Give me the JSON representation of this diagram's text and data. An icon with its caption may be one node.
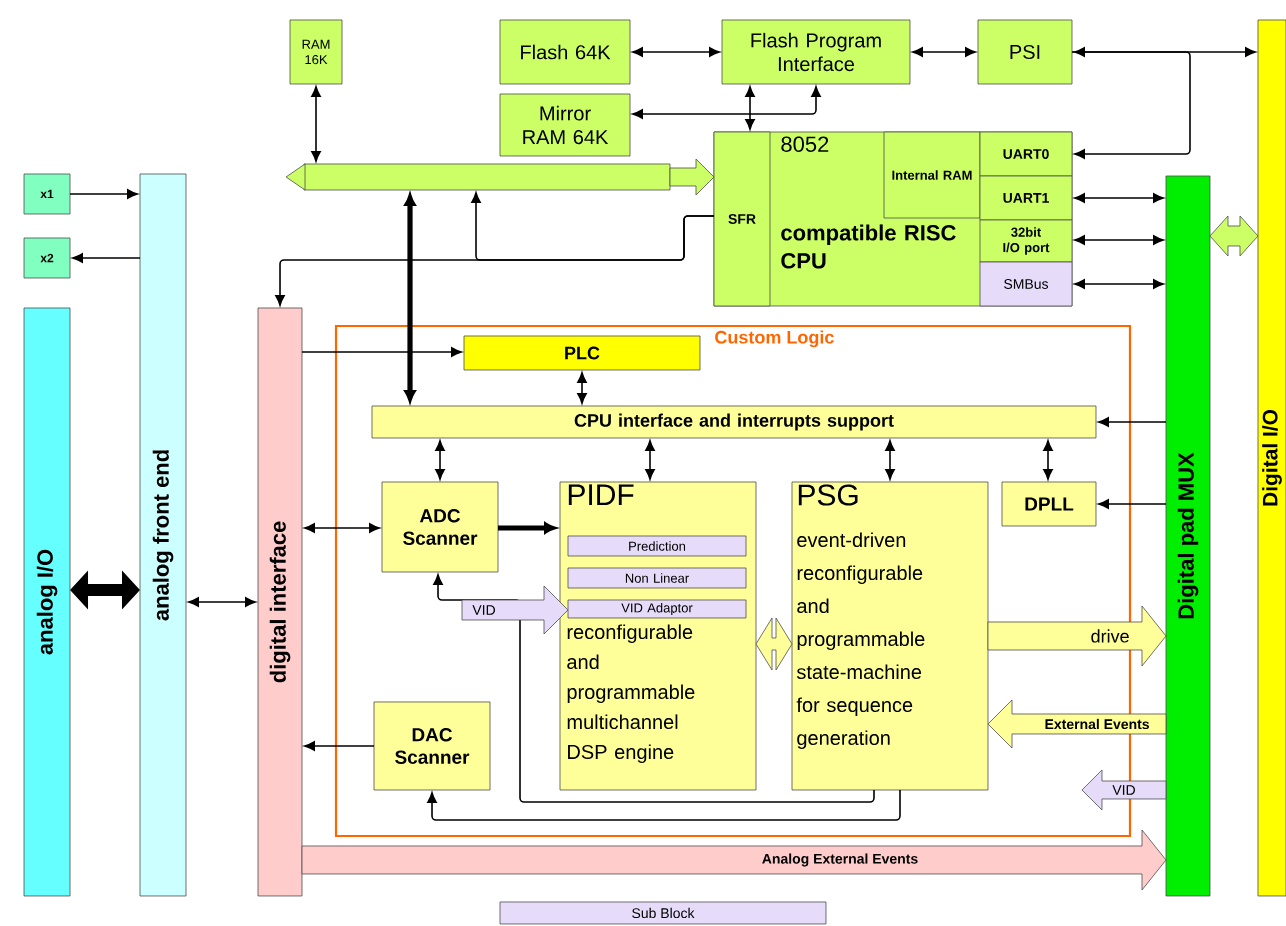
{
  "diagram": {
    "nodes": [
      {
        "text": [
          "RAM 16K"
        ]
      },
      {
        "text": [
          "Flash 64K"
        ]
      },
      {
        "text": [
          "Mirror RAM 64K"
        ]
      },
      {
        "text": [
          "Flash Program Interface"
        ]
      },
      {
        "text": [
          "PSI"
        ]
      },
      {
        "text": [
          "8052",
          "compatible RISC CPU"
        ]
      },
      {
        "text": [
          "SFR"
        ],
        "in": 5
      },
      {
        "text": [
          "Internal RAM"
        ],
        "in": 5
      },
      {
        "text": [
          "UART0"
        ],
        "in": 5
      },
      {
        "text": [
          "UART1"
        ],
        "in": 5
      },
      {
        "text": [
          "32bit I/O port"
        ],
        "in": 5
      },
      {
        "text": [
          "SMBus"
        ],
        "in": 5
      },
      {
        "text": [],
        "shape": "bar"
      },
      {
        "text": [
          "x1"
        ]
      },
      {
        "text": [
          "x2"
        ]
      },
      {
        "text": [
          "analog I/O"
        ]
      },
      {
        "text": [
          "analog front end"
        ]
      },
      {
        "text": [
          "digital interface"
        ]
      },
      {
        "text": [
          "Custom Logic"
        ]
      },
      {
        "text": [
          "PLC"
        ],
        "in": 18
      },
      {
        "text": [
          "CPU interface and interrupts support"
        ],
        "in": 18
      },
      {
        "text": [
          "ADC Scanner"
        ],
        "in": 18
      },
      {
        "text": [
          "PIDF",
          "reconfigurable and programmable multichannel DSP engine"
        ],
        "in": 18
      },
      {
        "text": [
          "Prediction"
        ],
        "in": 22
      },
      {
        "text": [
          "Non Linear"
        ],
        "in": 22
      },
      {
        "text": [
          "VID Adaptor"
        ],
        "in": 22
      },
      {
        "text": [
          "PSG",
          "event-driven reconfigurable and programmable state-machine for sequence generation"
        ],
        "in": 18
      },
      {
        "text": [
          "DPLL"
        ],
        "in": 18
      },
      {
        "text": [
          "DAC Scanner"
        ],
        "in": 18
      },
      {
        "text": [
          "Digital pad MUX"
        ]
      },
      {
        "text": [
          "Digital I/O"
        ]
      }
    ],
    "edges": [
      {
        "from": 1,
        "to": 3,
        "arrow": "both"
      },
      {
        "from": 2,
        "to": 3,
        "arrow": "both"
      },
      {
        "from": 3,
        "to": 4,
        "arrow": "both"
      },
      {
        "from": 3,
        "to": 6,
        "arrow": "both"
      },
      {
        "from": 4,
        "to": 30,
        "arrow": "both"
      },
      {
        "from": 4,
        "to": 8,
        "arrow": "to"
      },
      {
        "from": 9,
        "to": 29,
        "arrow": "both"
      },
      {
        "from": 10,
        "to": 29,
        "arrow": "both"
      },
      {
        "from": 11,
        "to": 29,
        "arrow": "both"
      },
      {
        "from": 0,
        "to": 12,
        "arrow": "both"
      },
      {
        "from": 20,
        "to": 12,
        "arrow": "both",
        "style": "thick"
      },
      {
        "from": 6,
        "to": 12,
        "arrow": "to"
      },
      {
        "from": 6,
        "to": 17,
        "arrow": "to"
      },
      {
        "from": 13,
        "to": 16,
        "arrow": "to"
      },
      {
        "from": 16,
        "to": 14,
        "arrow": "to"
      },
      {
        "from": 15,
        "to": 16,
        "arrow": "both",
        "style": "thick"
      },
      {
        "from": 16,
        "to": 17,
        "arrow": "both"
      },
      {
        "from": 17,
        "to": 19,
        "arrow": "to"
      },
      {
        "from": 19,
        "to": 20,
        "arrow": "both"
      },
      {
        "from": 20,
        "to": 21,
        "arrow": "both"
      },
      {
        "from": 20,
        "to": 22,
        "arrow": "both"
      },
      {
        "from": 20,
        "to": 26,
        "arrow": "both"
      },
      {
        "from": 20,
        "to": 27,
        "arrow": "both"
      },
      {
        "from": 29,
        "to": 20,
        "arrow": "to"
      },
      {
        "from": 29,
        "to": 27,
        "arrow": "to"
      },
      {
        "from": 17,
        "to": 21,
        "arrow": "both"
      },
      {
        "from": 21,
        "to": 22,
        "arrow": "to",
        "style": "thick"
      },
      {
        "from": 28,
        "to": 17,
        "arrow": "to"
      },
      {
        "from": 26,
        "to": 21,
        "arrow": "to"
      },
      {
        "from": 26,
        "to": 28,
        "arrow": "to"
      },
      {
        "from": 22,
        "to": 26,
        "arrow": "both",
        "style": "thick",
        "color": "#ffff99"
      },
      {
        "from": 26,
        "to": 29,
        "arrow": "to",
        "label": "drive",
        "style": "thick",
        "color": "#ffff99"
      },
      {
        "from": 29,
        "to": 26,
        "arrow": "to",
        "label": "External Events",
        "style": "thick",
        "color": "#ffff99"
      },
      {
        "from": 29,
        "to": null,
        "arrow": "to",
        "label": "VID",
        "style": "thick",
        "color": "#e6dcfa"
      },
      {
        "from": null,
        "to": 25,
        "arrow": "to",
        "label": "VID",
        "style": "thick",
        "color": "#e6dcfa"
      },
      {
        "from": 17,
        "to": 29,
        "arrow": "to",
        "label": "Analog External Events",
        "style": "thick",
        "color": "#ffcccc"
      },
      {
        "from": 29,
        "to": 30,
        "arrow": "both",
        "style": "thick",
        "color": "#ccff66"
      },
      {
        "from": 12,
        "to": 6,
        "arrow": "to",
        "style": "thick",
        "color": "#ccff66"
      }
    ],
    "legend": [
      {
        "text": "Sub Block",
        "color": "#e6dcfa"
      }
    ]
  }
}
